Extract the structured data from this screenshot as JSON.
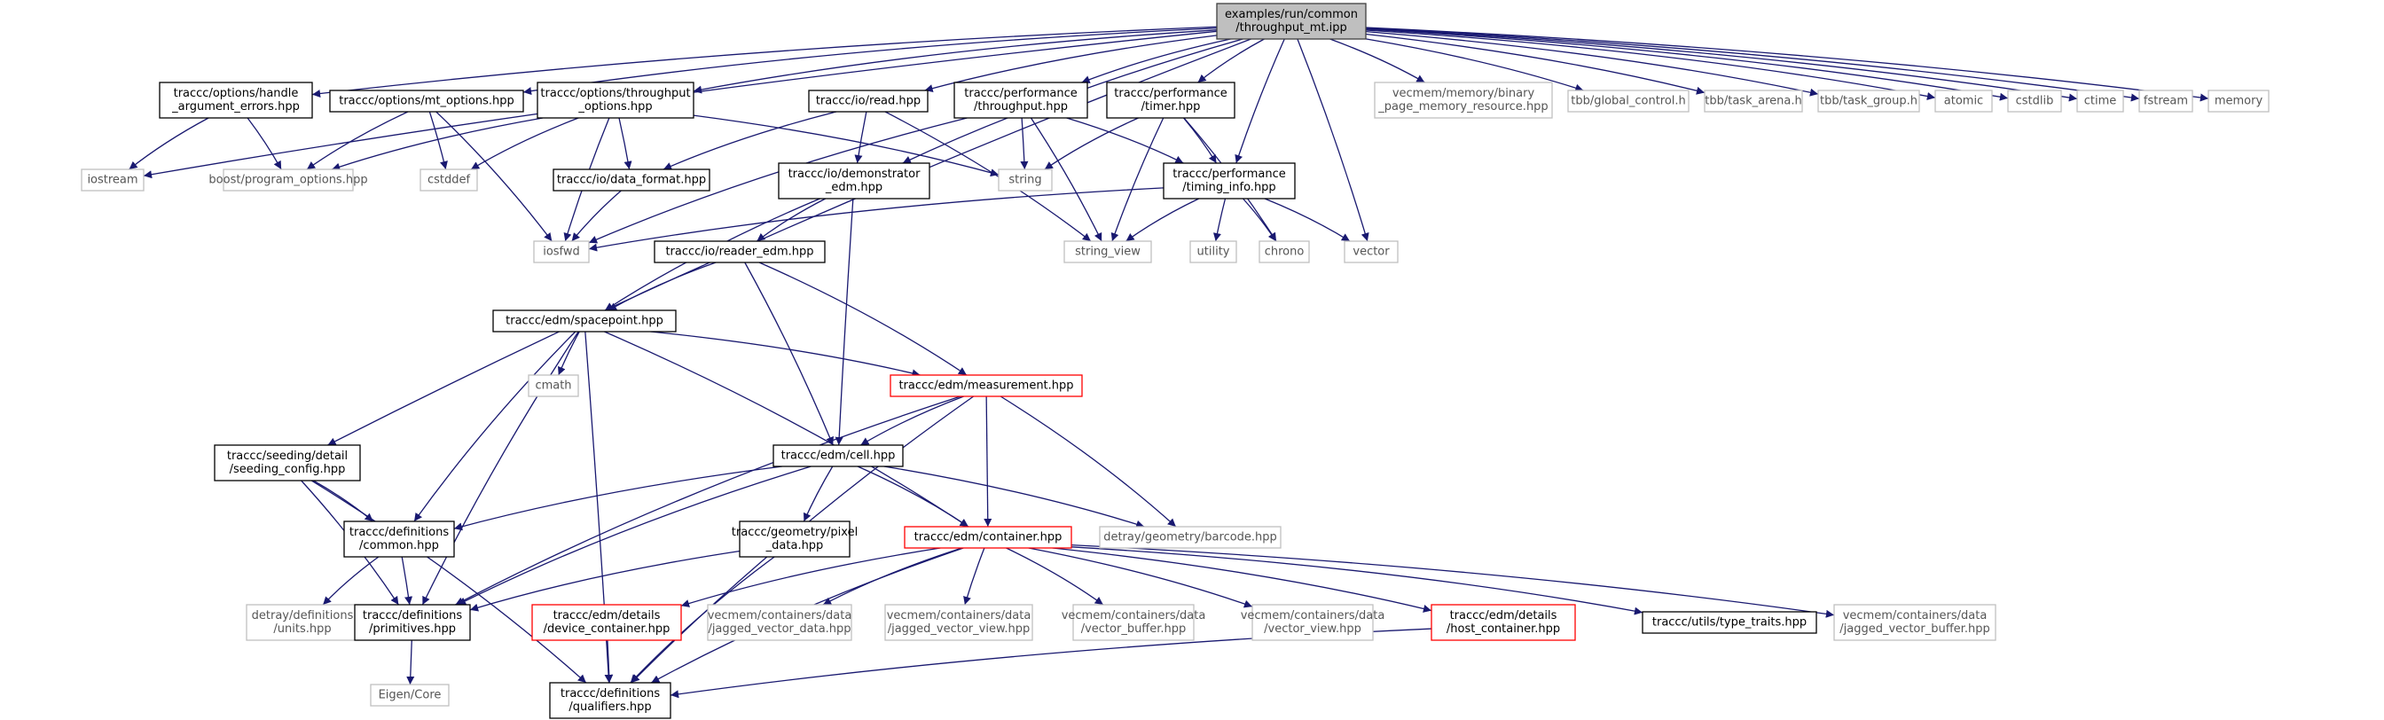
{
  "graph": {
    "colors": {
      "edge": "#191970",
      "local_border": "#000000",
      "system_border": "#bfbfbf",
      "system_text": "#555555",
      "incomplete_border": "#ff0000",
      "root_fill": "#bfbfbf",
      "text": "#000000"
    },
    "nodes": [
      {
        "id": "root",
        "lines": [
          "examples/run/common",
          "/throughput_mt.ipp"
        ],
        "kind": "root"
      },
      {
        "id": "opt_err",
        "lines": [
          "traccc/options/handle",
          "_argument_errors.hpp"
        ],
        "kind": "local"
      },
      {
        "id": "opt_mt",
        "lines": [
          "traccc/options/mt_options.hpp"
        ],
        "kind": "local"
      },
      {
        "id": "opt_tp",
        "lines": [
          "traccc/options/throughput",
          "_options.hpp"
        ],
        "kind": "local"
      },
      {
        "id": "io_read",
        "lines": [
          "traccc/io/read.hpp"
        ],
        "kind": "local"
      },
      {
        "id": "perf_tp",
        "lines": [
          "traccc/performance",
          "/throughput.hpp"
        ],
        "kind": "local"
      },
      {
        "id": "perf_timer",
        "lines": [
          "traccc/performance",
          "/timer.hpp"
        ],
        "kind": "local"
      },
      {
        "id": "binary_page",
        "lines": [
          "vecmem/memory/binary",
          "_page_memory_resource.hpp"
        ],
        "kind": "system"
      },
      {
        "id": "tbb_gc",
        "lines": [
          "tbb/global_control.h"
        ],
        "kind": "system"
      },
      {
        "id": "tbb_ta",
        "lines": [
          "tbb/task_arena.h"
        ],
        "kind": "system"
      },
      {
        "id": "tbb_tg",
        "lines": [
          "tbb/task_group.h"
        ],
        "kind": "system"
      },
      {
        "id": "atomic",
        "lines": [
          "atomic"
        ],
        "kind": "system"
      },
      {
        "id": "cstdlib",
        "lines": [
          "cstdlib"
        ],
        "kind": "system"
      },
      {
        "id": "ctime",
        "lines": [
          "ctime"
        ],
        "kind": "system"
      },
      {
        "id": "fstream",
        "lines": [
          "fstream"
        ],
        "kind": "system"
      },
      {
        "id": "memory",
        "lines": [
          "memory"
        ],
        "kind": "system"
      },
      {
        "id": "iostream",
        "lines": [
          "iostream"
        ],
        "kind": "system"
      },
      {
        "id": "boost_po",
        "lines": [
          "boost/program_options.hpp"
        ],
        "kind": "system"
      },
      {
        "id": "cstddef",
        "lines": [
          "cstddef"
        ],
        "kind": "system"
      },
      {
        "id": "io_df",
        "lines": [
          "traccc/io/data_format.hpp"
        ],
        "kind": "local"
      },
      {
        "id": "io_demo",
        "lines": [
          "traccc/io/demonstrator",
          "_edm.hpp"
        ],
        "kind": "local"
      },
      {
        "id": "string",
        "lines": [
          "string"
        ],
        "kind": "system"
      },
      {
        "id": "perf_ti",
        "lines": [
          "traccc/performance",
          "/timing_info.hpp"
        ],
        "kind": "local"
      },
      {
        "id": "iosfwd",
        "lines": [
          "iosfwd"
        ],
        "kind": "system"
      },
      {
        "id": "string_view",
        "lines": [
          "string_view"
        ],
        "kind": "system"
      },
      {
        "id": "utility",
        "lines": [
          "utility"
        ],
        "kind": "system"
      },
      {
        "id": "chrono",
        "lines": [
          "chrono"
        ],
        "kind": "system"
      },
      {
        "id": "vector",
        "lines": [
          "vector"
        ],
        "kind": "system"
      },
      {
        "id": "io_reader",
        "lines": [
          "traccc/io/reader_edm.hpp"
        ],
        "kind": "local"
      },
      {
        "id": "edm_sp",
        "lines": [
          "traccc/edm/spacepoint.hpp"
        ],
        "kind": "local"
      },
      {
        "id": "cmath",
        "lines": [
          "cmath"
        ],
        "kind": "system"
      },
      {
        "id": "edm_meas",
        "lines": [
          "traccc/edm/measurement.hpp"
        ],
        "kind": "incomplete"
      },
      {
        "id": "seed_cfg",
        "lines": [
          "traccc/seeding/detail",
          "/seeding_config.hpp"
        ],
        "kind": "local"
      },
      {
        "id": "edm_cell",
        "lines": [
          "traccc/edm/cell.hpp"
        ],
        "kind": "local"
      },
      {
        "id": "def_common",
        "lines": [
          "traccc/definitions",
          "/common.hpp"
        ],
        "kind": "local"
      },
      {
        "id": "geo_pixel",
        "lines": [
          "traccc/geometry/pixel",
          "_data.hpp"
        ],
        "kind": "local"
      },
      {
        "id": "edm_cont",
        "lines": [
          "traccc/edm/container.hpp"
        ],
        "kind": "incomplete"
      },
      {
        "id": "barcode",
        "lines": [
          "detray/geometry/barcode.hpp"
        ],
        "kind": "system"
      },
      {
        "id": "detray_units",
        "lines": [
          "detray/definitions",
          "/units.hpp"
        ],
        "kind": "system"
      },
      {
        "id": "def_prim",
        "lines": [
          "traccc/definitions",
          "/primitives.hpp"
        ],
        "kind": "local"
      },
      {
        "id": "dev_cont",
        "lines": [
          "traccc/edm/details",
          "/device_container.hpp"
        ],
        "kind": "incomplete"
      },
      {
        "id": "jvd",
        "lines": [
          "vecmem/containers/data",
          "/jagged_vector_data.hpp"
        ],
        "kind": "system"
      },
      {
        "id": "jvv",
        "lines": [
          "vecmem/containers/data",
          "/jagged_vector_view.hpp"
        ],
        "kind": "system"
      },
      {
        "id": "vb",
        "lines": [
          "vecmem/containers/data",
          "/vector_buffer.hpp"
        ],
        "kind": "system"
      },
      {
        "id": "vv",
        "lines": [
          "vecmem/containers/data",
          "/vector_view.hpp"
        ],
        "kind": "system"
      },
      {
        "id": "host_cont",
        "lines": [
          "traccc/edm/details",
          "/host_container.hpp"
        ],
        "kind": "incomplete"
      },
      {
        "id": "type_traits",
        "lines": [
          "traccc/utils/type_traits.hpp"
        ],
        "kind": "local"
      },
      {
        "id": "jvb",
        "lines": [
          "vecmem/containers/data",
          "/jagged_vector_buffer.hpp"
        ],
        "kind": "system"
      },
      {
        "id": "eigen",
        "lines": [
          "Eigen/Core"
        ],
        "kind": "system"
      },
      {
        "id": "def_qual",
        "lines": [
          "traccc/definitions",
          "/qualifiers.hpp"
        ],
        "kind": "local"
      }
    ],
    "edges": [
      [
        "root",
        "opt_err"
      ],
      [
        "root",
        "opt_mt"
      ],
      [
        "root",
        "opt_tp"
      ],
      [
        "root",
        "io_read"
      ],
      [
        "root",
        "perf_tp"
      ],
      [
        "root",
        "perf_timer"
      ],
      [
        "root",
        "binary_page"
      ],
      [
        "root",
        "tbb_gc"
      ],
      [
        "root",
        "tbb_ta"
      ],
      [
        "root",
        "tbb_tg"
      ],
      [
        "root",
        "atomic"
      ],
      [
        "root",
        "cstdlib"
      ],
      [
        "root",
        "ctime"
      ],
      [
        "root",
        "fstream"
      ],
      [
        "root",
        "memory"
      ],
      [
        "root",
        "iostream"
      ],
      [
        "root",
        "seed_cfg"
      ],
      [
        "root",
        "io_demo"
      ],
      [
        "root",
        "perf_ti"
      ],
      [
        "root",
        "vector"
      ],
      [
        "opt_err",
        "iostream"
      ],
      [
        "opt_err",
        "boost_po"
      ],
      [
        "opt_mt",
        "boost_po"
      ],
      [
        "opt_mt",
        "cstddef"
      ],
      [
        "opt_mt",
        "iosfwd"
      ],
      [
        "opt_tp",
        "boost_po"
      ],
      [
        "opt_tp",
        "cstddef"
      ],
      [
        "opt_tp",
        "io_df"
      ],
      [
        "opt_tp",
        "iosfwd"
      ],
      [
        "opt_tp",
        "string"
      ],
      [
        "io_read",
        "io_df"
      ],
      [
        "io_read",
        "io_demo"
      ],
      [
        "io_read",
        "string_view"
      ],
      [
        "perf_tp",
        "iosfwd"
      ],
      [
        "perf_tp",
        "string"
      ],
      [
        "perf_tp",
        "string_view"
      ],
      [
        "perf_tp",
        "perf_ti"
      ],
      [
        "perf_timer",
        "string"
      ],
      [
        "perf_timer",
        "string_view"
      ],
      [
        "perf_timer",
        "perf_ti"
      ],
      [
        "perf_timer",
        "chrono"
      ],
      [
        "io_df",
        "iosfwd"
      ],
      [
        "io_demo",
        "io_reader"
      ],
      [
        "io_demo",
        "edm_sp"
      ],
      [
        "io_demo",
        "edm_cell"
      ],
      [
        "perf_ti",
        "iosfwd"
      ],
      [
        "perf_ti",
        "string_view"
      ],
      [
        "perf_ti",
        "utility"
      ],
      [
        "perf_ti",
        "chrono"
      ],
      [
        "perf_ti",
        "vector"
      ],
      [
        "io_reader",
        "edm_sp"
      ],
      [
        "io_reader",
        "edm_meas"
      ],
      [
        "io_reader",
        "edm_cell"
      ],
      [
        "edm_sp",
        "cmath"
      ],
      [
        "edm_sp",
        "edm_meas"
      ],
      [
        "edm_sp",
        "def_common"
      ],
      [
        "edm_sp",
        "def_prim"
      ],
      [
        "edm_sp",
        "edm_cont"
      ],
      [
        "edm_sp",
        "def_qual"
      ],
      [
        "edm_meas",
        "edm_cell"
      ],
      [
        "edm_meas",
        "edm_cont"
      ],
      [
        "edm_meas",
        "barcode"
      ],
      [
        "edm_meas",
        "def_prim"
      ],
      [
        "edm_meas",
        "def_qual"
      ],
      [
        "seed_cfg",
        "def_common"
      ],
      [
        "seed_cfg",
        "def_prim"
      ],
      [
        "seed_cfg",
        "def_qual"
      ],
      [
        "edm_cell",
        "def_common"
      ],
      [
        "edm_cell",
        "geo_pixel"
      ],
      [
        "edm_cell",
        "edm_cont"
      ],
      [
        "edm_cell",
        "barcode"
      ],
      [
        "edm_cell",
        "def_prim"
      ],
      [
        "def_common",
        "detray_units"
      ],
      [
        "def_common",
        "def_prim"
      ],
      [
        "geo_pixel",
        "def_prim"
      ],
      [
        "geo_pixel",
        "def_qual"
      ],
      [
        "edm_cont",
        "dev_cont"
      ],
      [
        "edm_cont",
        "jvd"
      ],
      [
        "edm_cont",
        "jvv"
      ],
      [
        "edm_cont",
        "vb"
      ],
      [
        "edm_cont",
        "vv"
      ],
      [
        "edm_cont",
        "host_cont"
      ],
      [
        "edm_cont",
        "type_traits"
      ],
      [
        "edm_cont",
        "jvb"
      ],
      [
        "edm_cont",
        "def_qual"
      ],
      [
        "def_prim",
        "eigen"
      ],
      [
        "dev_cont",
        "def_qual"
      ],
      [
        "host_cont",
        "def_qual"
      ]
    ]
  }
}
